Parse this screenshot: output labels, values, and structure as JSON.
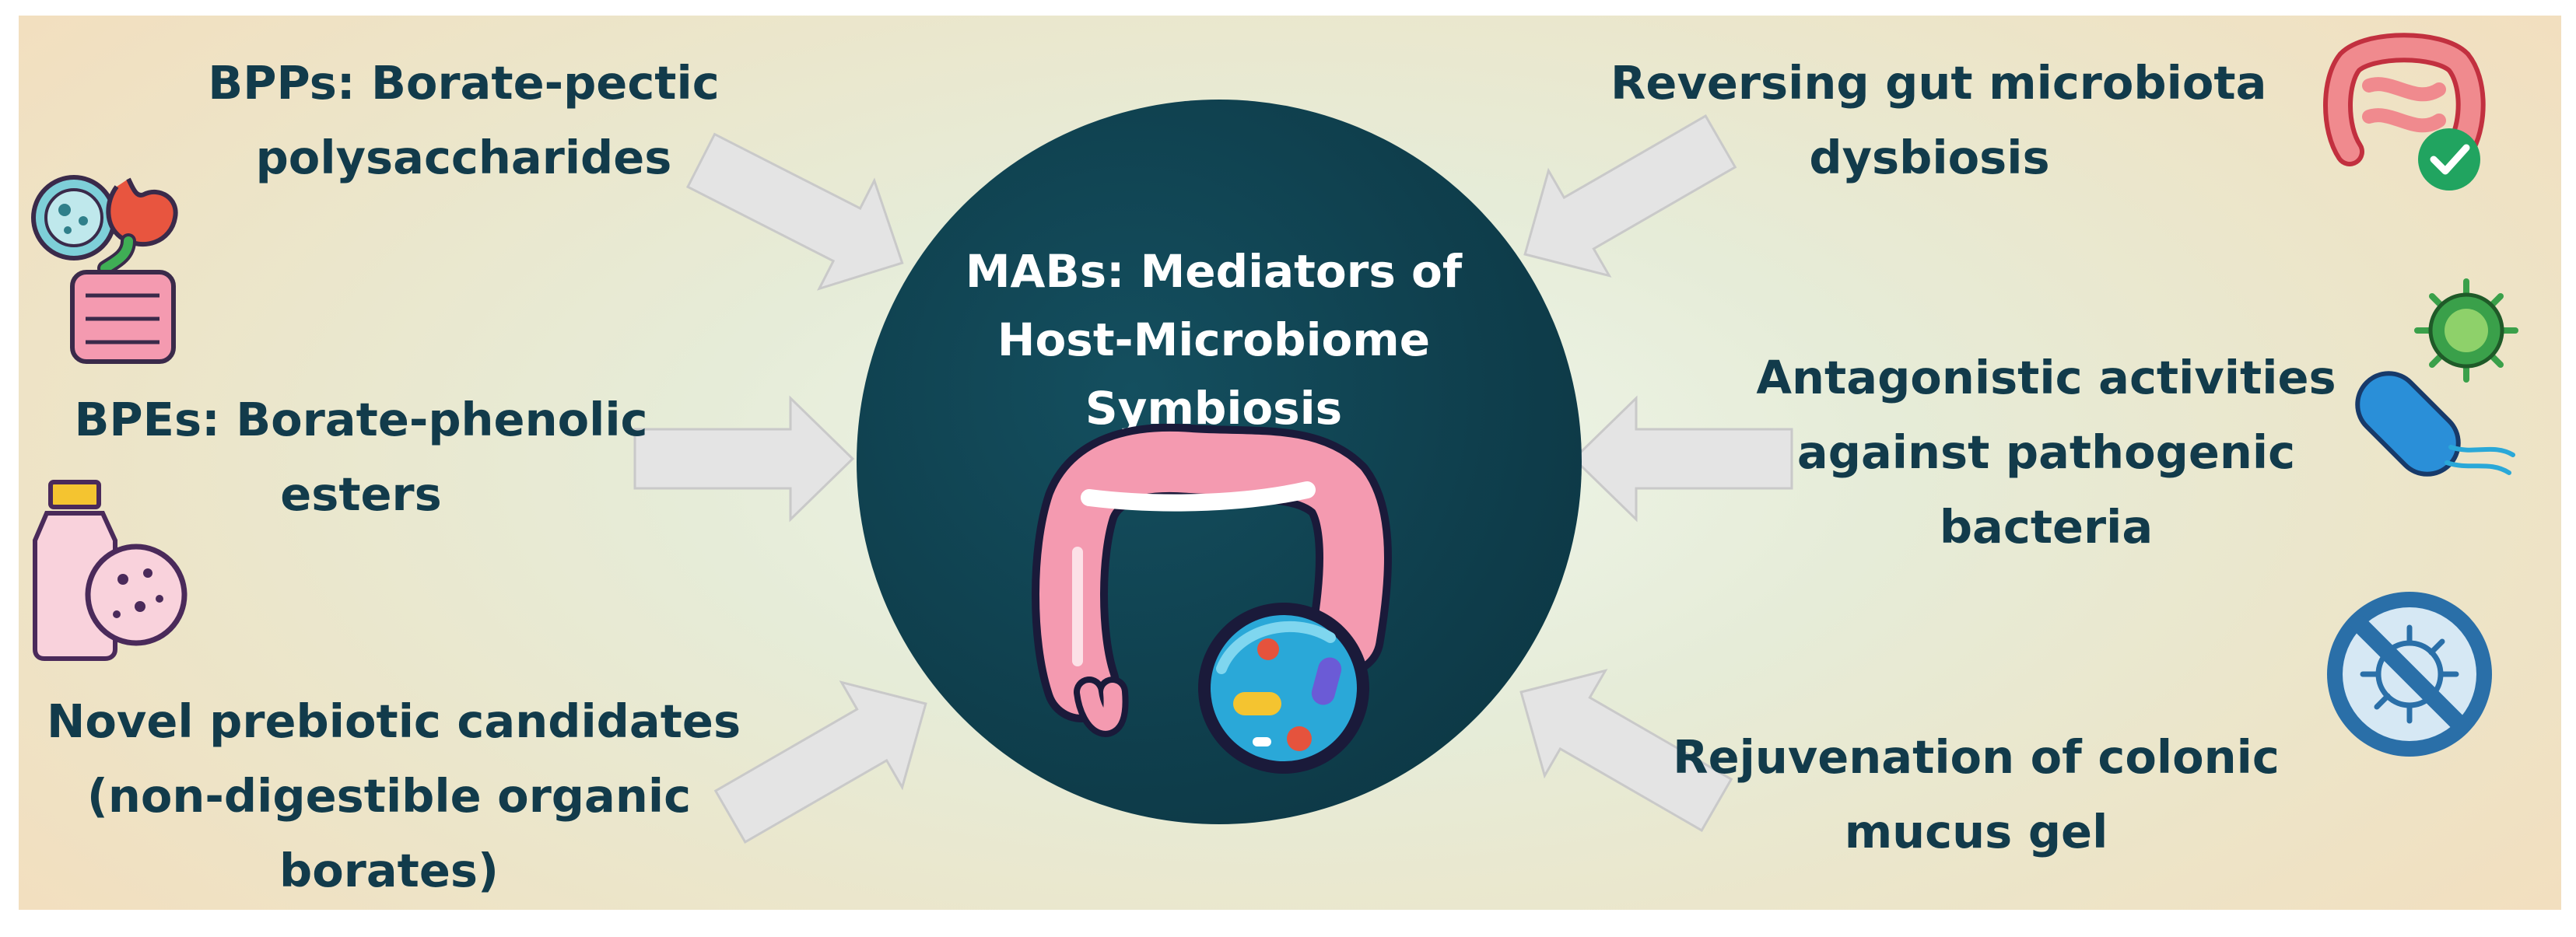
{
  "center": {
    "title_lines": [
      "MABs: Mediators of",
      "Host-Microbiome",
      "Symbiosis"
    ]
  },
  "left": [
    {
      "lines": [
        "BPPs: Borate-pectic",
        "polysaccharides"
      ]
    },
    {
      "lines": [
        "BPEs: Borate-phenolic",
        "esters"
      ]
    },
    {
      "lines": [
        "Novel prebiotic candidates",
        "(non-digestible organic",
        "borates)"
      ]
    }
  ],
  "right": [
    {
      "lines": [
        "Reversing gut microbiota",
        "dysbiosis"
      ]
    },
    {
      "lines": [
        "Antagonistic activities",
        "against pathogenic",
        "bacteria"
      ]
    },
    {
      "lines": [
        "Rejuvenation of colonic",
        "mucus gel"
      ]
    }
  ],
  "icons": [
    "stomach-intestine-icon",
    "probiotic-bottle-icon",
    "intestine-check-icon",
    "bacteria-virus-icon",
    "no-virus-icon",
    "colon-microbiome-icon"
  ],
  "colors": {
    "text": "#123b4b",
    "circle": "#0f3f4d",
    "arrow_fill": "#e4e4e4",
    "arrow_stroke": "#c9c9c9",
    "intestine_pink": "#f49ab0",
    "microbe_blue": "#2aa8d8"
  }
}
